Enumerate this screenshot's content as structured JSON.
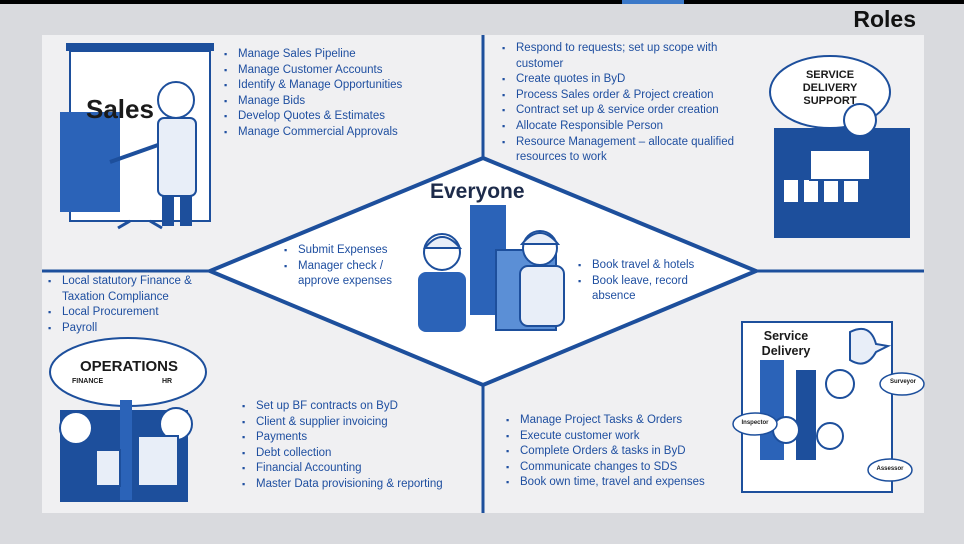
{
  "title": "Roles",
  "center": {
    "heading": "Everyone",
    "left_items": [
      "Submit Expenses",
      "Manager check / approve expenses"
    ],
    "right_items": [
      "Book travel & hotels",
      "Book leave, record absence"
    ]
  },
  "sales": {
    "label": "Sales",
    "items": [
      "Manage Sales Pipeline",
      "Manage Customer Accounts",
      "Identify & Manage Opportunities",
      "Manage Bids",
      "Develop Quotes & Estimates",
      "Manage Commercial Approvals"
    ]
  },
  "service_delivery_support": {
    "label": "SERVICE DELIVERY SUPPORT",
    "items": [
      "Respond to requests; set up scope with customer",
      "Create quotes in ByD",
      "Process Sales order & Project creation",
      "Contract set up & service order creation",
      "Allocate Responsible Person",
      "Resource Management – allocate qualified resources to work"
    ]
  },
  "operations": {
    "label": "OPERATIONS",
    "sub_left": "FINANCE",
    "sub_right": "HR",
    "top_items": [
      "Local statutory Finance & Taxation Compliance",
      "Local Procurement",
      "Payroll"
    ],
    "bottom_items": [
      "Set up BF contracts on ByD",
      "Client & supplier invoicing",
      "Payments",
      "Debt collection",
      "Financial Accounting",
      "Master Data provisioning & reporting"
    ]
  },
  "service_delivery": {
    "label": "Service Delivery",
    "tags": [
      "Surveyor",
      "Inspector",
      "Assessor"
    ],
    "items": [
      "Manage Project Tasks & Orders",
      "Execute customer work",
      "Complete Orders & tasks in ByD",
      "Communicate changes to SDS",
      "Book own time, travel and expenses"
    ]
  },
  "colors": {
    "accent": "#1f4fa0",
    "dark_blue": "#1d4f9c",
    "panel": "#f0f0f2"
  }
}
